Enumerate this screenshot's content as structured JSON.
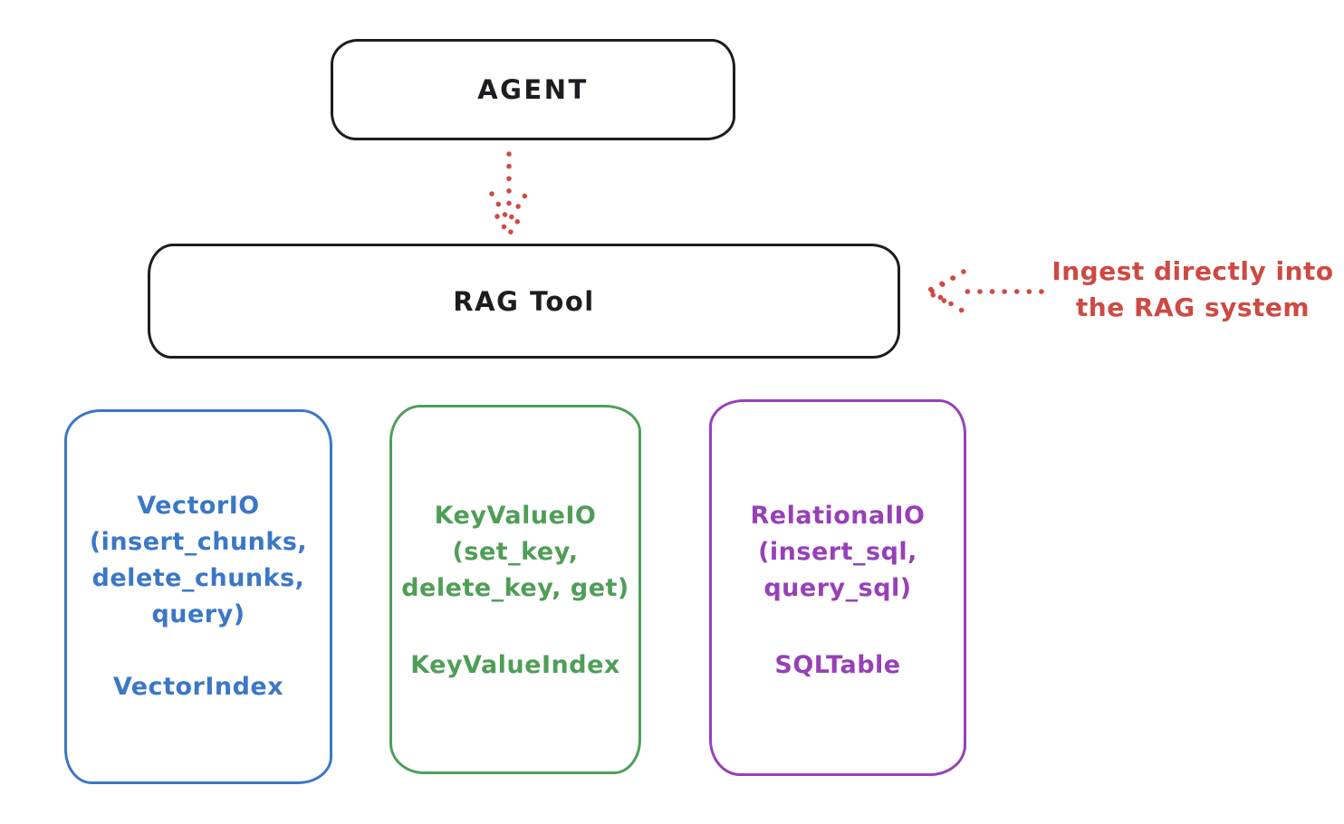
{
  "diagram": {
    "agent": {
      "label": "AGENT"
    },
    "rag_tool": {
      "label": "RAG Tool"
    },
    "annotation": {
      "line1": "Ingest directly into",
      "line2": "the RAG system"
    },
    "stores": [
      {
        "name": "vector-io",
        "lines": [
          "VectorIO",
          "(insert_chunks,",
          "delete_chunks,",
          "query)"
        ],
        "index_label": "VectorIndex",
        "color": "#3b77c6"
      },
      {
        "name": "key-value-io",
        "lines": [
          "KeyValueIO",
          "(set_key,",
          "delete_key, get)"
        ],
        "index_label": "KeyValueIndex",
        "color": "#4f9e57"
      },
      {
        "name": "relational-io",
        "lines": [
          "RelationalIO",
          "(insert_sql,",
          "query_sql)"
        ],
        "index_label": "SQLTable",
        "color": "#9740b8"
      }
    ],
    "colors": {
      "ink_black": "#1d1d21",
      "arrow_red": "#cd4a43",
      "background": "#ffffff"
    }
  }
}
